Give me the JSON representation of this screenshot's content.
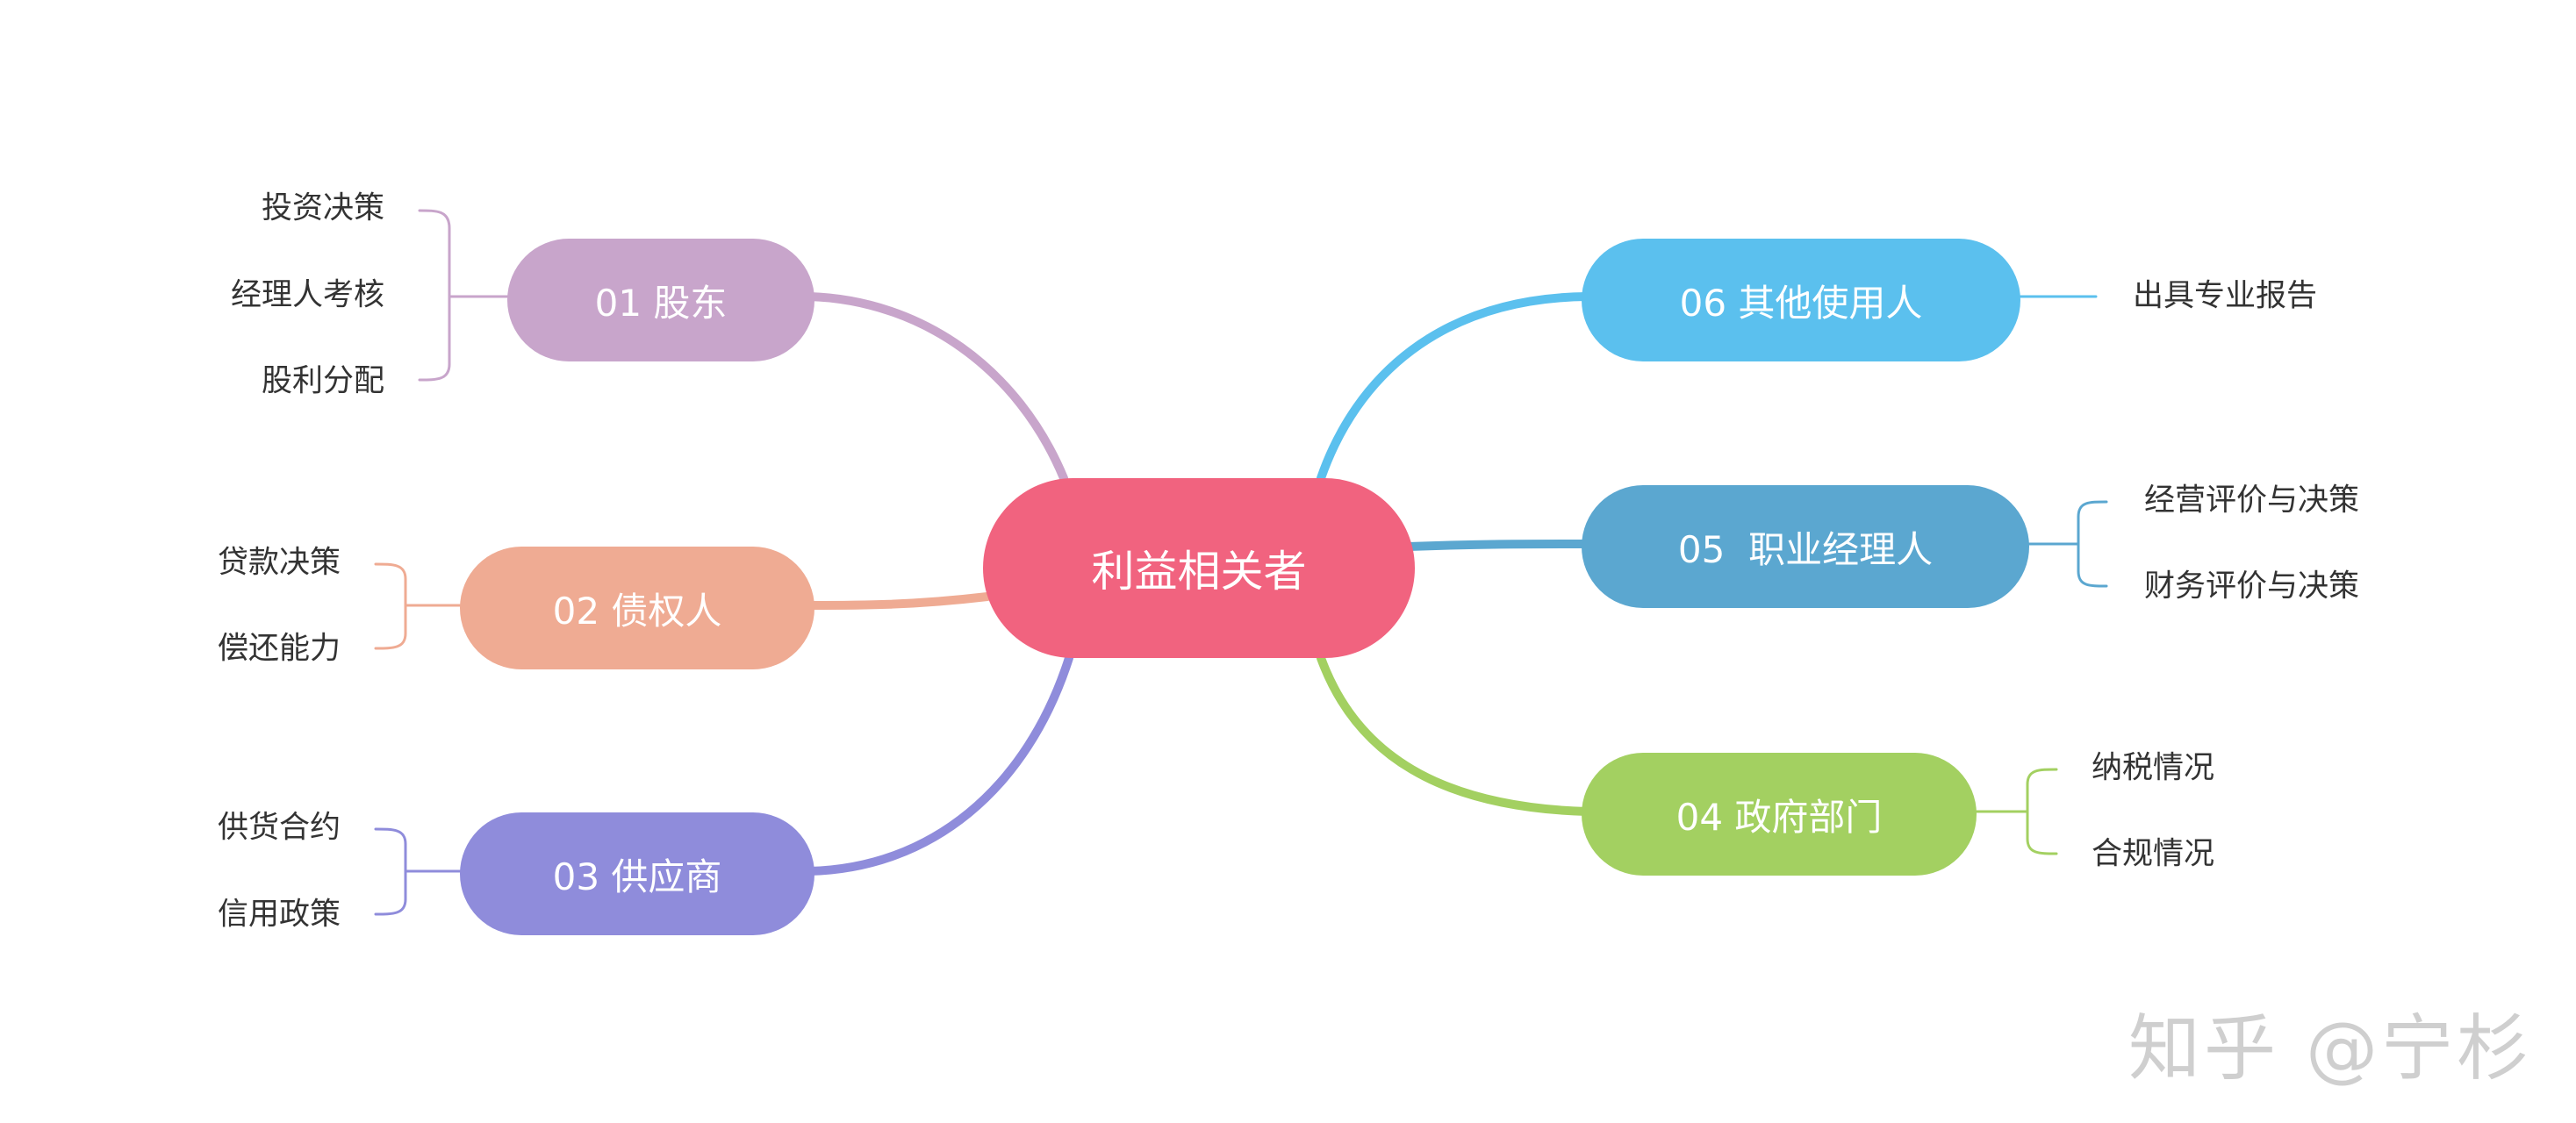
{
  "root": {
    "label": "利益相关者",
    "color": "#F1637F"
  },
  "branches": [
    {
      "id": "b01",
      "label": "01 股东",
      "color": "#C8A5CB",
      "leaves": [
        "投资决策",
        "经理人考核",
        "股利分配"
      ]
    },
    {
      "id": "b02",
      "label": "02 债权人",
      "color": "#EFAB93",
      "leaves": [
        "贷款决策",
        "偿还能力"
      ]
    },
    {
      "id": "b03",
      "label": "03 供应商",
      "color": "#8F8CDB",
      "leaves": [
        "供货合约",
        "信用政策"
      ]
    },
    {
      "id": "b06",
      "label": "06 其他使用人",
      "color": "#5BC0EE",
      "leaves": [
        "出具专业报告"
      ]
    },
    {
      "id": "b05",
      "label": "05  职业经理人",
      "color": "#5BA7D0",
      "leaves": [
        "经营评价与决策",
        "财务评价与决策"
      ]
    },
    {
      "id": "b04",
      "label": "04 政府部门",
      "color": "#A3D061",
      "leaves": [
        "纳税情况",
        "合规情况"
      ]
    }
  ],
  "watermark": "知乎 @宁杉"
}
